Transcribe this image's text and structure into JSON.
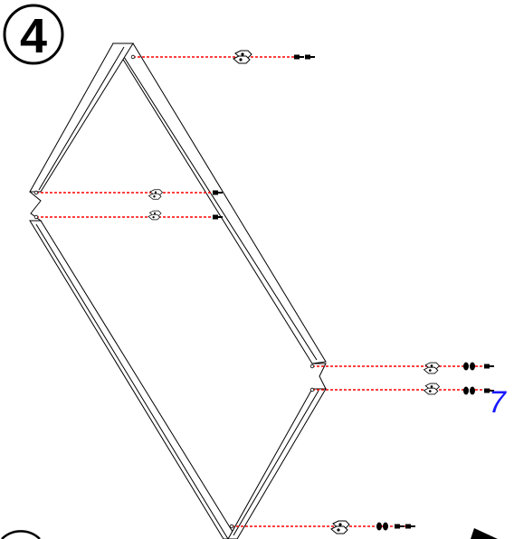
{
  "step": {
    "number": "4",
    "label_color": "#000000"
  },
  "callout": {
    "text": "7",
    "color": "#1a1aff"
  },
  "colors": {
    "outline": "#000000",
    "guide_line": "#ff0000",
    "background": "#ffffff"
  },
  "parts": {
    "frame": "panel-frame",
    "hardware": [
      "hinge-bracket",
      "screw",
      "washer-pair"
    ]
  }
}
